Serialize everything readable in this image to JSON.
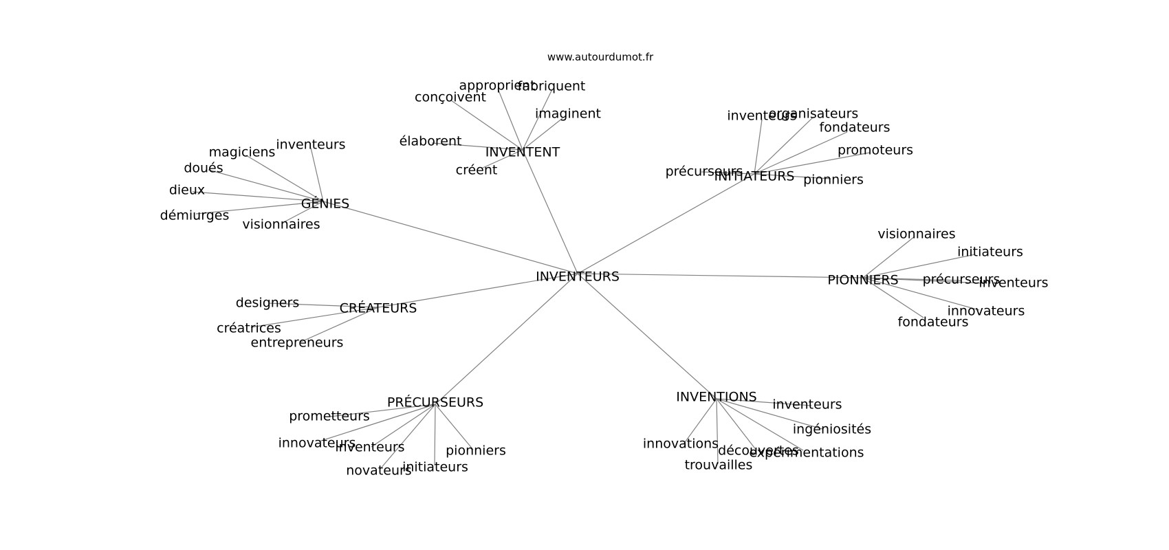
{
  "source_text": "www.autourdumot.fr",
  "graph": {
    "root": "INVENTEURS",
    "clusters": [
      {
        "label": "GÉNIES",
        "items": [
          "inventeurs",
          "magiciens",
          "doués",
          "dieux",
          "démiurges",
          "visionnaires"
        ]
      },
      {
        "label": "INVENTENT",
        "items": [
          "approprient",
          "fabriquent",
          "conçoivent",
          "imaginent",
          "élaborent",
          "créent"
        ]
      },
      {
        "label": "INITIATEURS",
        "items": [
          "inventeurs",
          "organisateurs",
          "fondateurs",
          "promoteurs",
          "précurseurs",
          "pionniers"
        ]
      },
      {
        "label": "PIONNIERS",
        "items": [
          "visionnaires",
          "initiateurs",
          "précurseurs",
          "inventeurs",
          "innovateurs",
          "fondateurs"
        ]
      },
      {
        "label": "CRÉATEURS",
        "items": [
          "designers",
          "créatrices",
          "entrepreneurs"
        ]
      },
      {
        "label": "PRÉCURSEURS",
        "items": [
          "prometteurs",
          "innovateurs",
          "inventeurs",
          "pionniers",
          "novateurs",
          "initiateurs"
        ]
      },
      {
        "label": "INVENTIONS",
        "items": [
          "inventeurs",
          "ingéniosités",
          "innovations",
          "découvertes",
          "expérimentations",
          "trouvailles"
        ]
      }
    ]
  }
}
